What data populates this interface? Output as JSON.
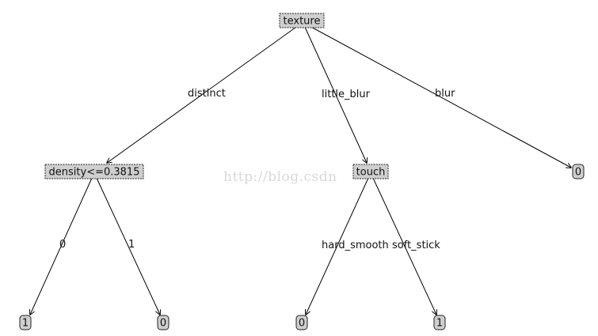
{
  "watermark": "http://blog.csdn",
  "tree": {
    "label": "texture",
    "children": [
      {
        "edge": "distinct",
        "node": {
          "label": "density<=0.3815",
          "children": [
            {
              "edge": "0",
              "node": {
                "label": "1"
              }
            },
            {
              "edge": "1",
              "node": {
                "label": "0"
              }
            }
          ]
        }
      },
      {
        "edge": "little_blur",
        "node": {
          "label": "touch",
          "children": [
            {
              "edge": "hard_smooth",
              "node": {
                "label": "0"
              }
            },
            {
              "edge": "soft_stick",
              "node": {
                "label": "1"
              }
            }
          ]
        }
      },
      {
        "edge": "blur",
        "node": {
          "label": "0"
        }
      }
    ]
  }
}
